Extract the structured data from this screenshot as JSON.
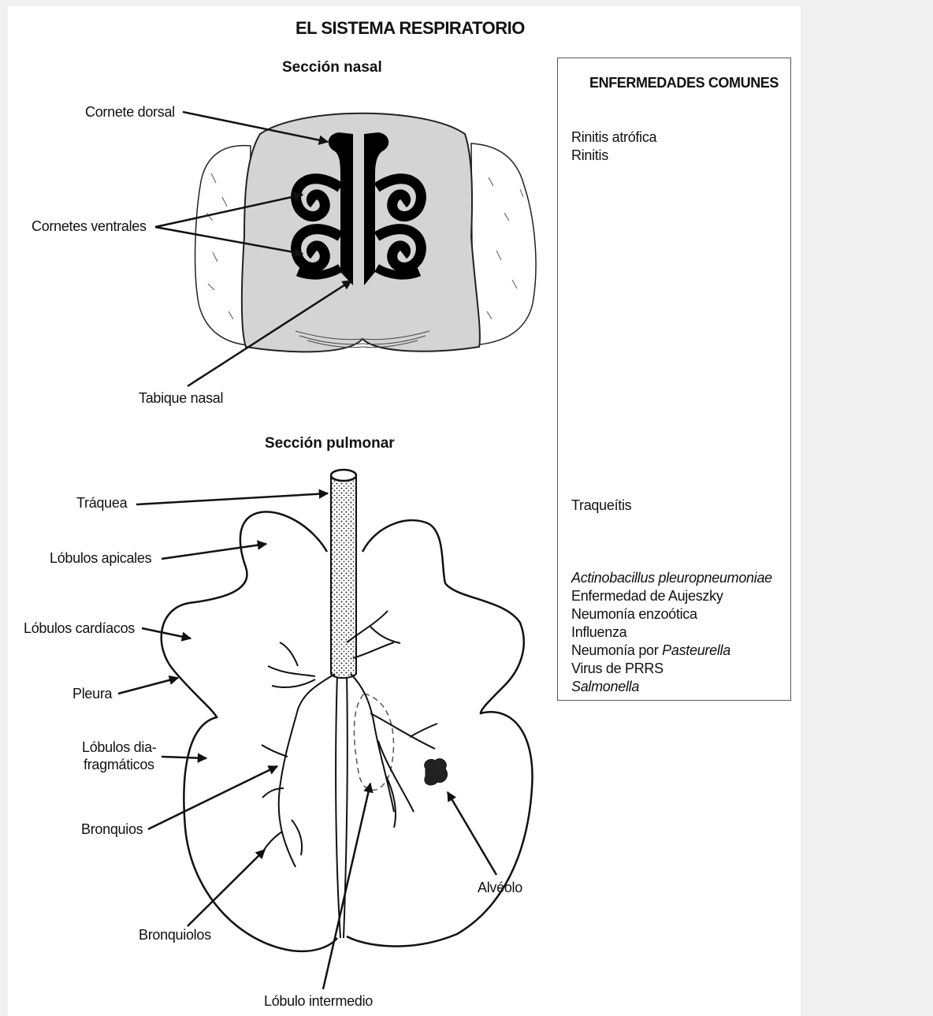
{
  "title": "EL SISTEMA RESPIRATORIO",
  "nasal_section": {
    "heading": "Sección nasal",
    "labels": {
      "cornete_dorsal": "Cornete dorsal",
      "cornetes_ventrales": "Cornetes ventrales",
      "tabique_nasal": "Tabique nasal"
    }
  },
  "lung_section": {
    "heading": "Sección pulmonar",
    "labels": {
      "traquea": "Tráquea",
      "lobulos_apicales": "Lóbulos apicales",
      "lobulos_cardiacos": "Lóbulos cardíacos",
      "pleura": "Pleura",
      "lobulos_diafragmaticos_1": "Lóbulos dia-",
      "lobulos_diafragmaticos_2": "fragmáticos",
      "bronquios": "Bronquios",
      "bronquiolos": "Bronquiolos",
      "lobulo_intermedio": "Lóbulo intermedio",
      "alveolo": "Alvéolo"
    }
  },
  "diseases": {
    "heading": "ENFERMEDADES COMUNES",
    "nasal": [
      "Rinitis atrófica",
      "Rinitis"
    ],
    "tracheal": [
      "Traqueítis"
    ],
    "pulmonary": {
      "actinobacillus": "Actinobacillus pleuropneumoniae",
      "aujeszky": "Enfermedad de Aujeszky",
      "enzootica": "Neumonía enzoótica",
      "influenza": "Influenza",
      "pasteurella_prefix": "Neumonía por ",
      "pasteurella_italic": "Pasteurella",
      "prrs": "Virus de PRRS",
      "salmonella": "Salmonella"
    }
  }
}
